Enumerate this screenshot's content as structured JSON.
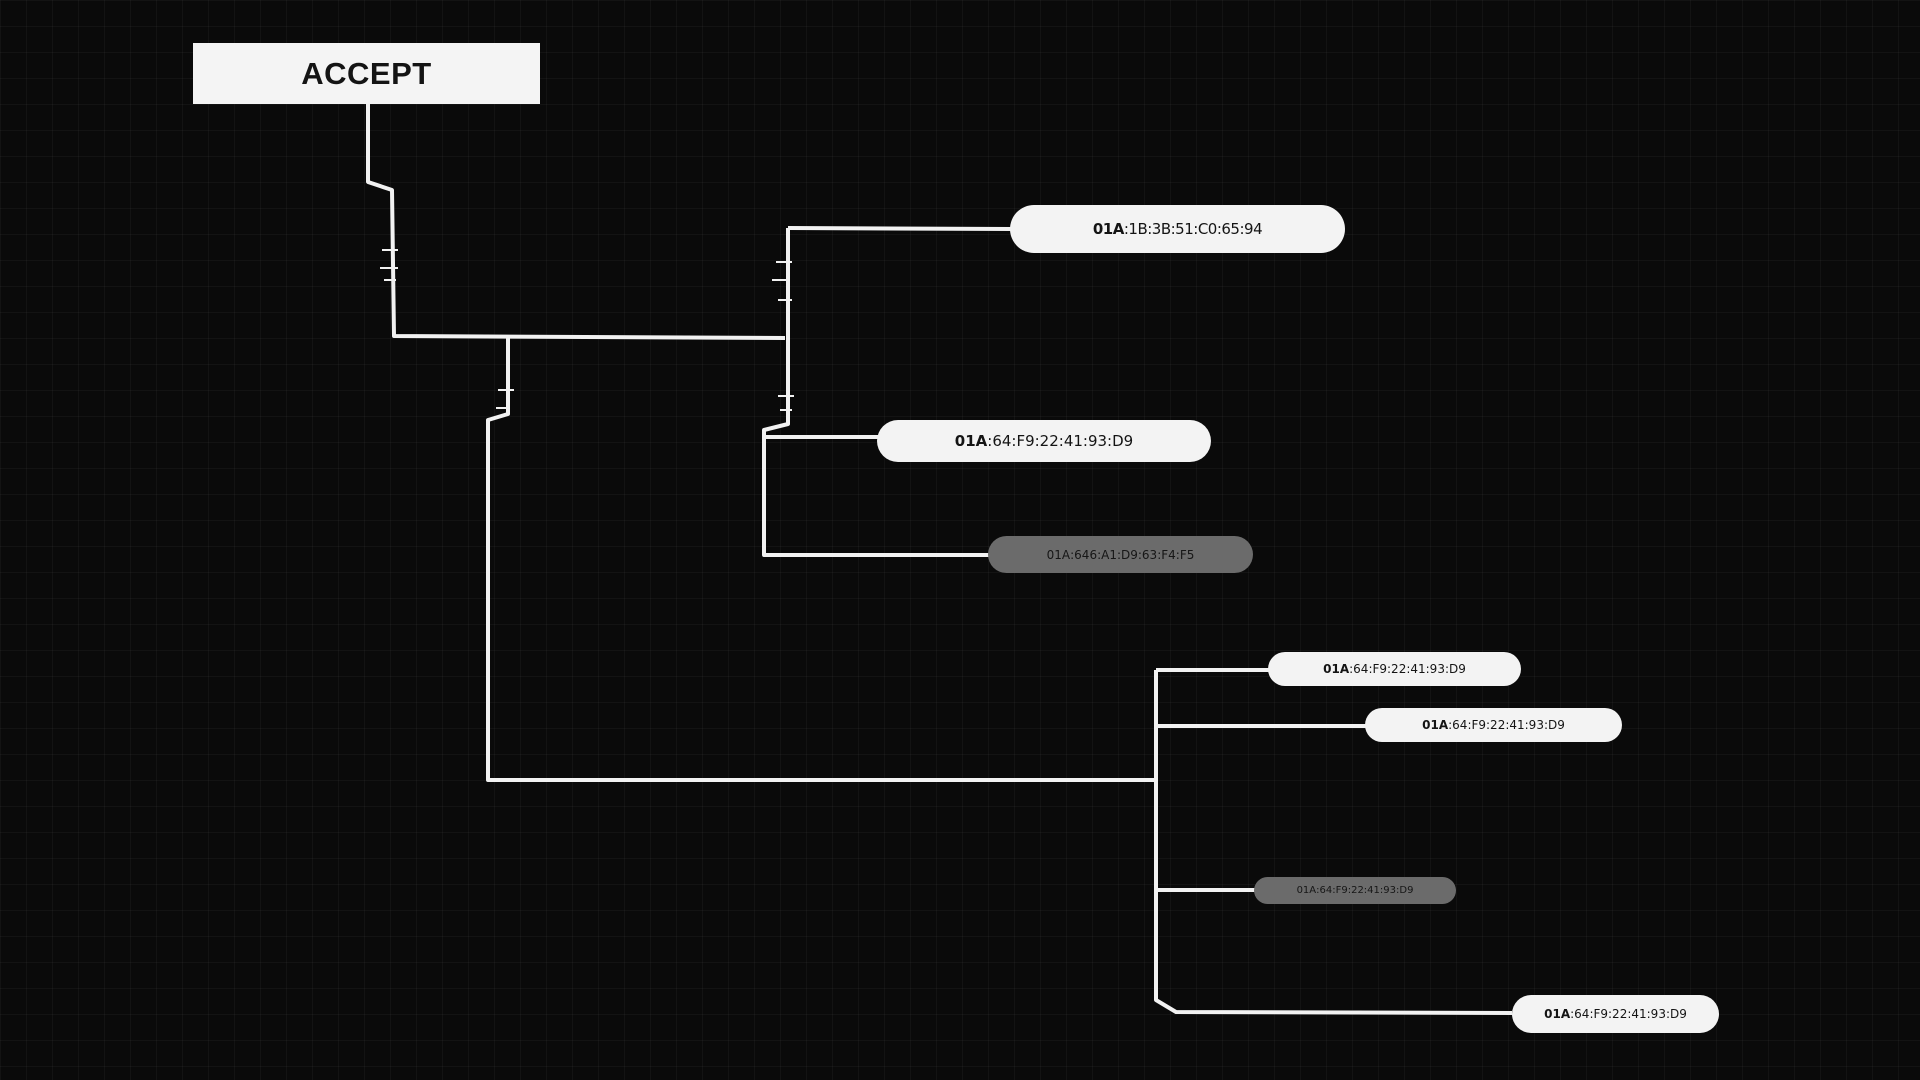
{
  "diagram": {
    "root": {
      "label": "ACCEPT"
    },
    "nodes": [
      {
        "id": "n1",
        "prefix": "01A",
        "suffix": ":1B:3B:51:C0:65:94",
        "variant": "light"
      },
      {
        "id": "n2",
        "prefix": "01A",
        "suffix": ":64:F9:22:41:93:D9",
        "variant": "light"
      },
      {
        "id": "n3",
        "prefix": "01A",
        "suffix": ":646:A1:D9:63:F4:F5",
        "variant": "dim"
      },
      {
        "id": "n4",
        "prefix": "01A",
        "suffix": ":64:F9:22:41:93:D9",
        "variant": "light"
      },
      {
        "id": "n5",
        "prefix": "01A",
        "suffix": ":64:F9:22:41:93:D9",
        "variant": "light"
      },
      {
        "id": "n6",
        "prefix": "01A",
        "suffix": ":64:F9:22:41:93:D9",
        "variant": "dim"
      },
      {
        "id": "n7",
        "prefix": "01A",
        "suffix": ":64:F9:22:41:93:D9",
        "variant": "light"
      }
    ],
    "colors": {
      "background": "#0a0a0a",
      "line": "#f2f2f2",
      "node_light": "#f3f3f3",
      "node_dim": "#6b6b6b"
    }
  }
}
